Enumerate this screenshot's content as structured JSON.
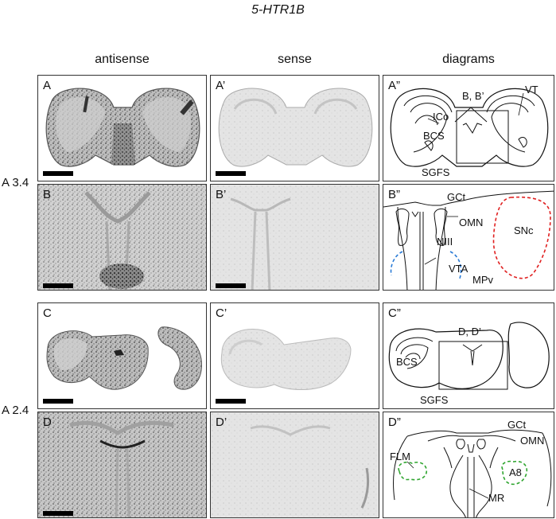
{
  "figure_title": "5-HTR1B",
  "columns": [
    "antisense",
    "sense",
    "diagrams"
  ],
  "row_labels": [
    "A 3.4",
    "A 2.4"
  ],
  "panels": {
    "A": "A",
    "A1": "A’",
    "A2": "A”",
    "B": "B",
    "B1": "B’",
    "B2": "B”",
    "C": "C",
    "C1": "C’",
    "C2": "C”",
    "D": "D",
    "D1": "D’",
    "D2": "D”"
  },
  "diagram_labels": {
    "A2": [
      "B, B’",
      "VT",
      "ICo",
      "BCS",
      "SGFS"
    ],
    "B2": [
      "GCt",
      "OMN",
      "SNc",
      "NIII",
      "VTA",
      "MPv"
    ],
    "C2": [
      "D, D’",
      "BCS",
      "SGFS"
    ],
    "D2": [
      "GCt",
      "OMN",
      "FLM",
      "A8",
      "MR"
    ]
  },
  "colors": {
    "snc_outline": "#e02020",
    "vta_outline": "#2a7bd6",
    "green_outline": "#2fa52f",
    "tissue_dark": "#555555",
    "tissue_light": "#d8d8d8"
  }
}
